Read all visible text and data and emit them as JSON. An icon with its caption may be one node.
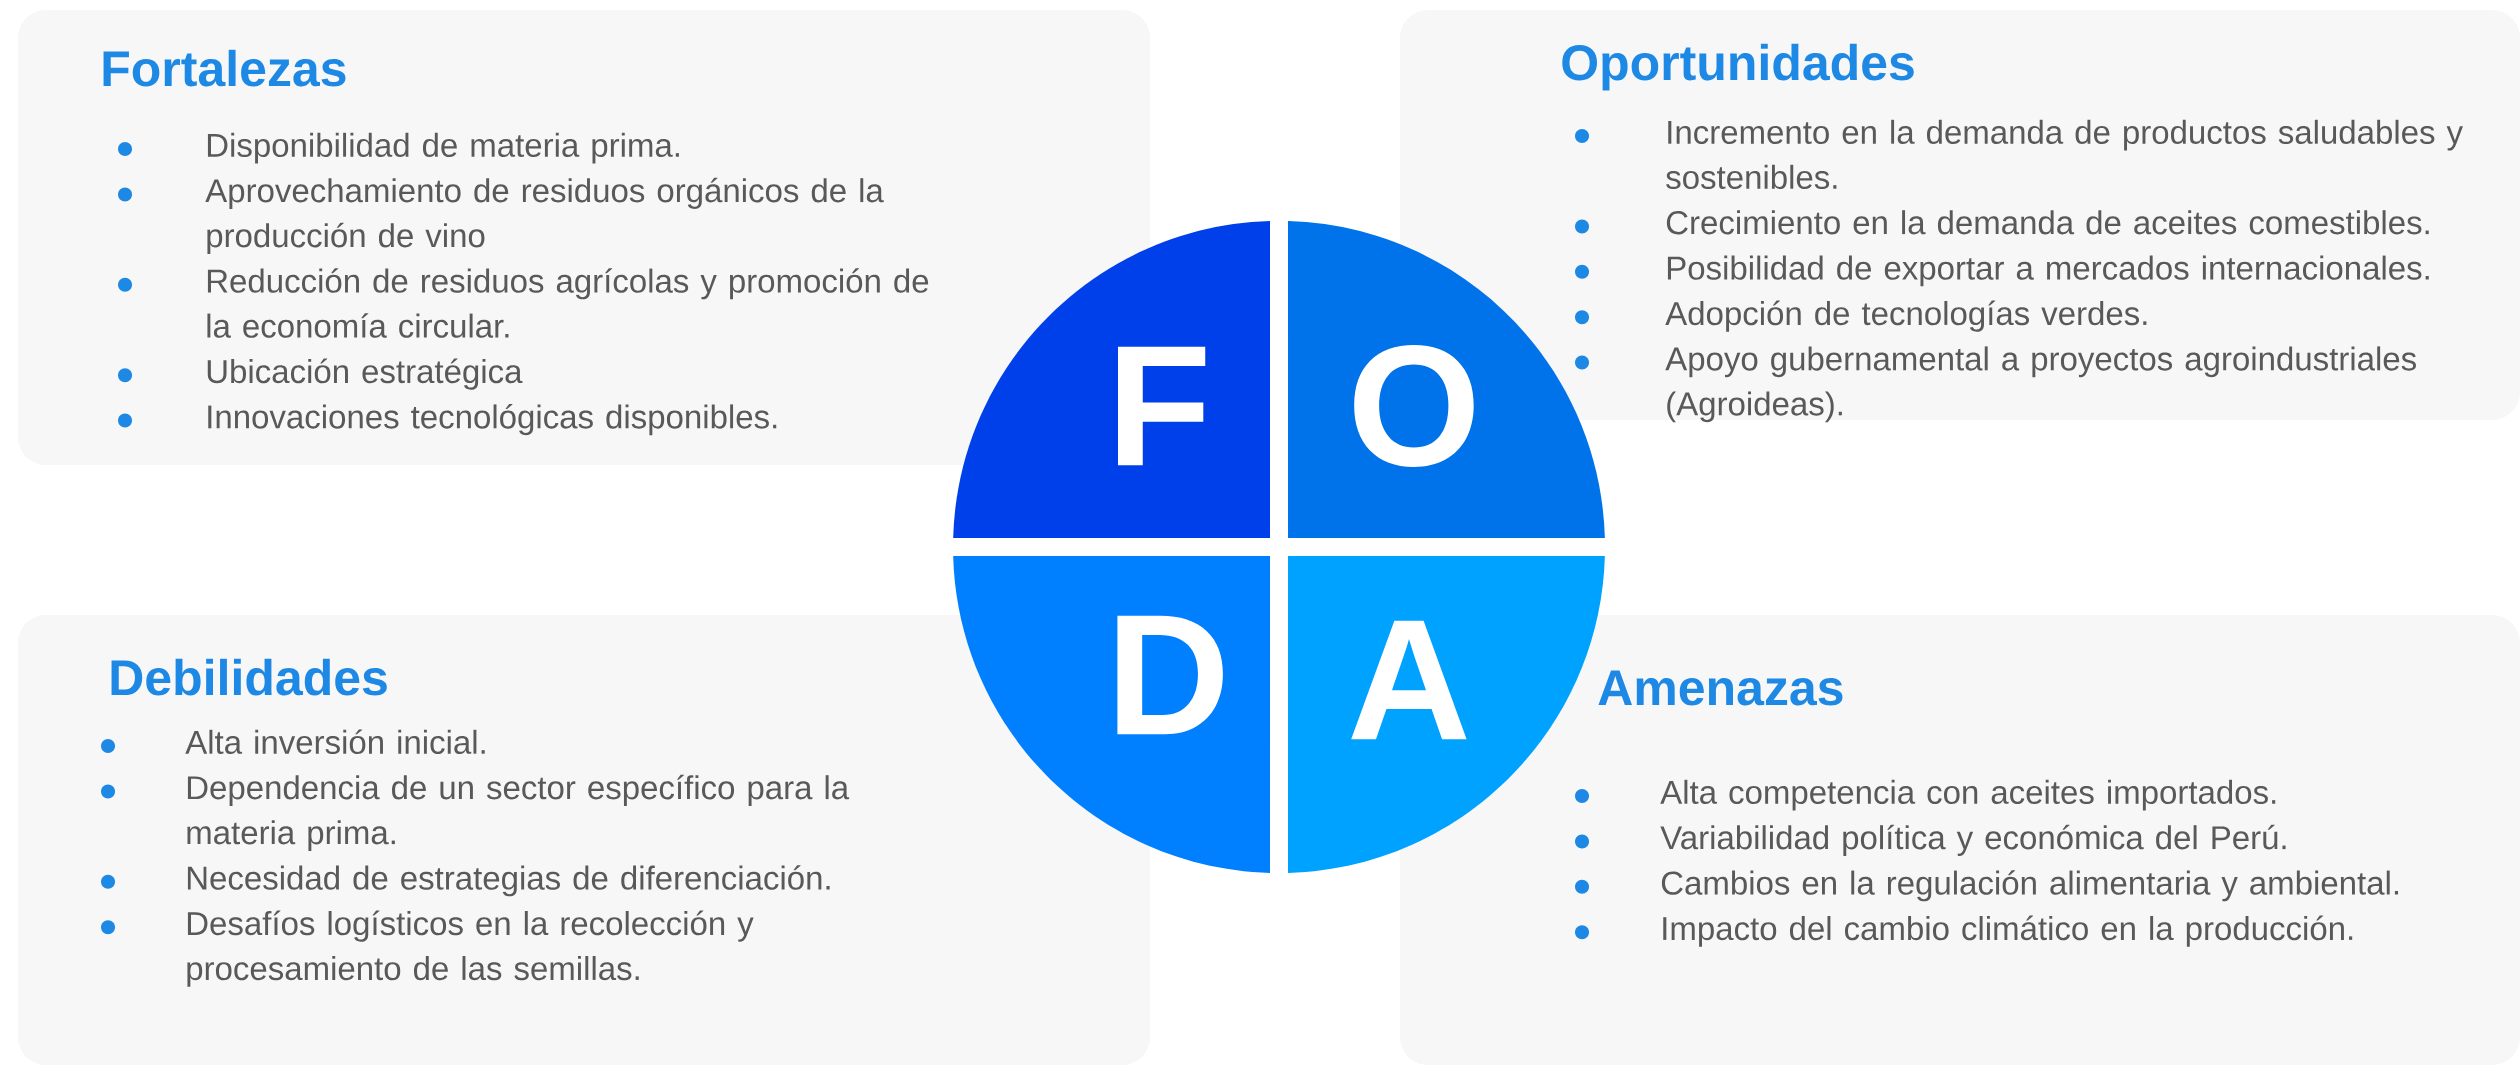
{
  "diagram": {
    "nodes": [
      {
        "text": [
          "Fortalezas",
          "Disponibilidad de materia prima.",
          "Aprovechamiento de residuos orgánicos de la producción de vino",
          "Reducción de residuos agrícolas y promoción de la economía circular.",
          "Ubicación estratégica",
          "Innovaciones tecnológicas disponibles."
        ]
      },
      {
        "text": [
          "Oportunidades",
          "Incremento en la demanda de productos saludables y sostenibles.",
          "Crecimiento en la demanda de aceites comestibles.",
          "Posibilidad de exportar a mercados internacionales.",
          "Adopción de tecnologías verdes.",
          "Apoyo gubernamental a proyectos agroindustriales (Agroideas)."
        ]
      },
      {
        "text": [
          "Debilidades",
          "Alta inversión inicial.",
          "Dependencia de un sector específico para la materia prima.",
          "Necesidad de estrategias de diferenciación.",
          "Desafíos logísticos en la recolección y procesamiento de las semillas."
        ]
      },
      {
        "text": [
          "Amenazas",
          "Alta competencia con aceites importados.",
          "Variabilidad política y económica del Perú.",
          "Cambios en la regulación alimentaria y ambiental.",
          "Impacto del cambio climático en la producción."
        ]
      },
      {
        "text": [
          "F"
        ]
      },
      {
        "text": [
          "O"
        ]
      },
      {
        "text": [
          "D"
        ]
      },
      {
        "text": [
          "A"
        ]
      }
    ]
  }
}
